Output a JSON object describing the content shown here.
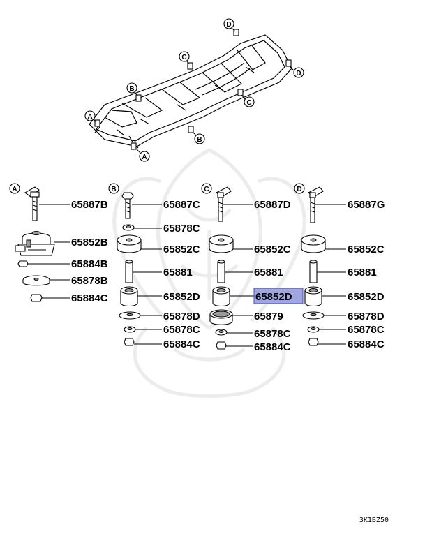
{
  "colors": {
    "ink": "#000000",
    "highlight_fill": "#9fa6e0",
    "highlight_stroke": "#4a4fc0",
    "watermark": "#ececec",
    "part_shade": "#9a9a9a"
  },
  "frame_callouts": [
    {
      "letter": "D"
    },
    {
      "letter": "C"
    },
    {
      "letter": "D"
    },
    {
      "letter": "B"
    },
    {
      "letter": "C"
    },
    {
      "letter": "A"
    },
    {
      "letter": "B"
    },
    {
      "letter": "A"
    }
  ],
  "columns": [
    {
      "letter": "A",
      "parts": [
        "65887B",
        "65852B",
        "65884B",
        "65878B",
        "65884C"
      ]
    },
    {
      "letter": "B",
      "parts": [
        "65887C",
        "65878C",
        "65852C",
        "65881",
        "65852D",
        "65878D",
        "65878C",
        "65884C"
      ]
    },
    {
      "letter": "C",
      "parts": [
        "65887D",
        "65852C",
        "65881",
        "65852D",
        "65879",
        "65878C",
        "65884C"
      ],
      "highlighted_part": "65852D"
    },
    {
      "letter": "D",
      "parts": [
        "65887G",
        "65852C",
        "65881",
        "65852D",
        "65878D",
        "65878C",
        "65884C"
      ]
    }
  ],
  "drawing_code": "3K1BZ50"
}
